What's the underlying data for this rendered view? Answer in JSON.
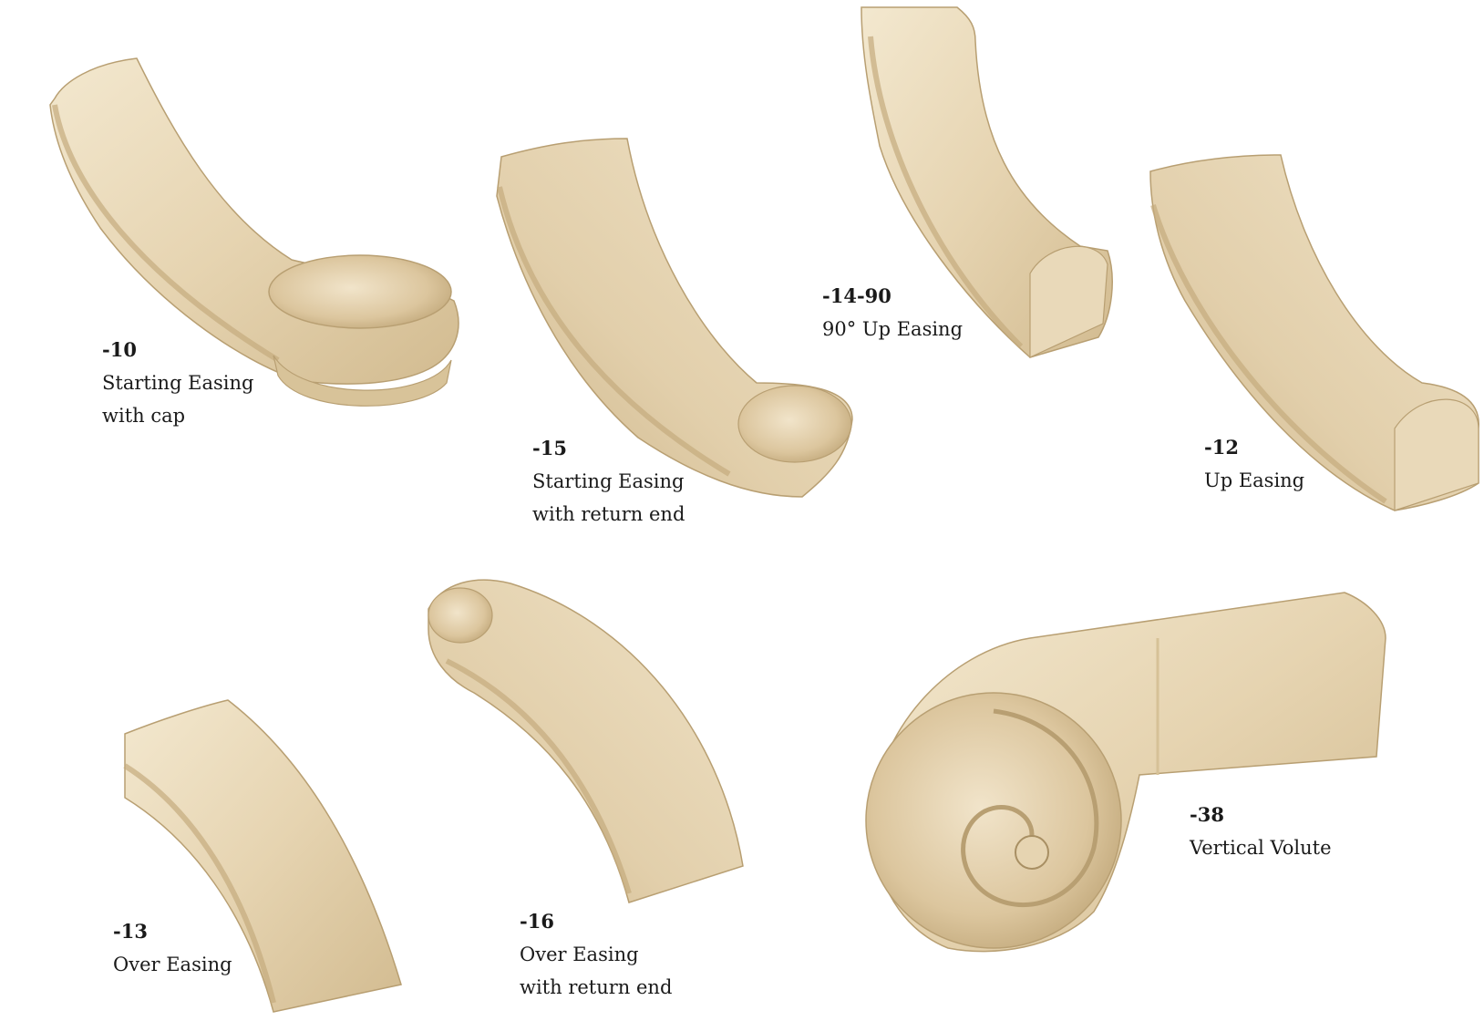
{
  "parts": [
    {
      "id": "p10",
      "code": "-10",
      "lines": [
        "Starting Easing",
        "with cap"
      ]
    },
    {
      "id": "p15",
      "code": "-15",
      "lines": [
        "Starting Easing",
        "with return end"
      ]
    },
    {
      "id": "p1490",
      "code": "-14-90",
      "lines": [
        "90° Up Easing"
      ]
    },
    {
      "id": "p12",
      "code": "-12",
      "lines": [
        "Up Easing"
      ]
    },
    {
      "id": "p13",
      "code": "-13",
      "lines": [
        "Over Easing"
      ]
    },
    {
      "id": "p16",
      "code": "-16",
      "lines": [
        "Over Easing",
        "with return end"
      ]
    },
    {
      "id": "p38",
      "code": "-38",
      "lines": [
        "Vertical Volute"
      ]
    }
  ],
  "colors": {
    "wood_light": "#efe2c6",
    "wood_mid": "#e0cca5",
    "wood_dark": "#c9b285",
    "wood_edge": "#a88f63"
  }
}
